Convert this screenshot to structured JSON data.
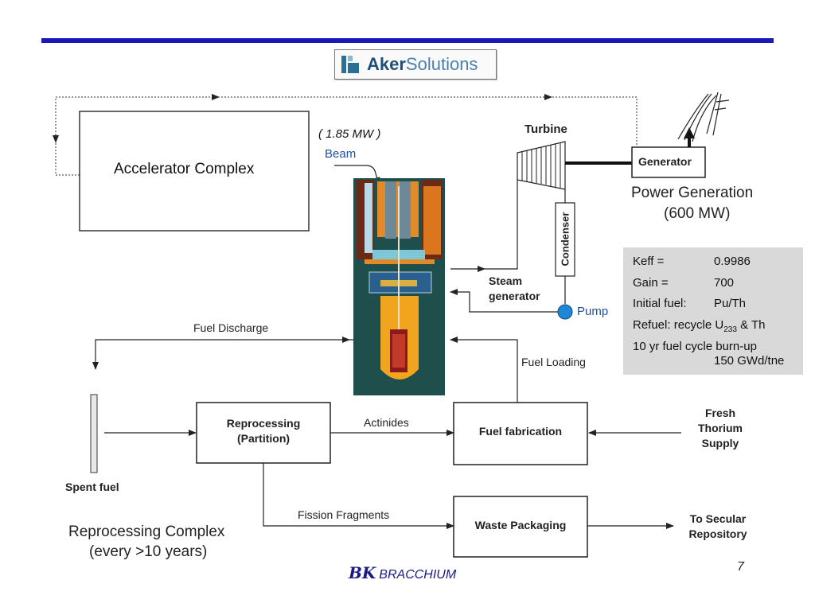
{
  "logo": {
    "bold": "Aker",
    "light": "Solutions"
  },
  "labels": {
    "power_note": "( 1.85 MW )",
    "beam": "Beam",
    "turbine": "Turbine",
    "generator": "Generator",
    "power_generation": "Power Generation",
    "power_output": "(600 MW)",
    "condenser": "Condenser",
    "steam_generator_1": "Steam",
    "steam_generator_2": "generator",
    "pump": "Pump",
    "fuel_discharge": "Fuel Discharge",
    "fuel_loading": "Fuel Loading",
    "accelerator_complex": "Accelerator Complex",
    "reprocessing_1": "Reprocessing",
    "reprocessing_2": "(Partition)",
    "actinides": "Actinides",
    "fuel_fabrication": "Fuel fabrication",
    "fresh_1": "Fresh",
    "fresh_2": "Thorium",
    "fresh_3": "Supply",
    "spent_fuel": "Spent fuel",
    "fission_fragments": "Fission Fragments",
    "waste_packaging": "Waste Packaging",
    "secular_1": "To Secular",
    "secular_2": "Repository",
    "reprocessing_complex_1": "Reprocessing Complex",
    "reprocessing_complex_2": "(every >10 years)"
  },
  "info": {
    "keff_label": "Keff =",
    "keff_value": "0.9986",
    "gain_label": "Gain =",
    "gain_value": "700",
    "initial_label": "Initial fuel:",
    "initial_value": "Pu/Th",
    "refuel_prefix": "Refuel: recycle U",
    "refuel_sub": "233",
    "refuel_suffix": " & Th",
    "burnup_label": "10 yr fuel cycle burn-up",
    "burnup_value": "150 GWd/tne"
  },
  "footer": {
    "signature": "BK",
    "brand": "BRACCHIUM",
    "page": "7"
  },
  "colors": {
    "top_bar": "#1a18b8",
    "pump": "#1e88d8",
    "info_bg": "#d9d9d9"
  }
}
